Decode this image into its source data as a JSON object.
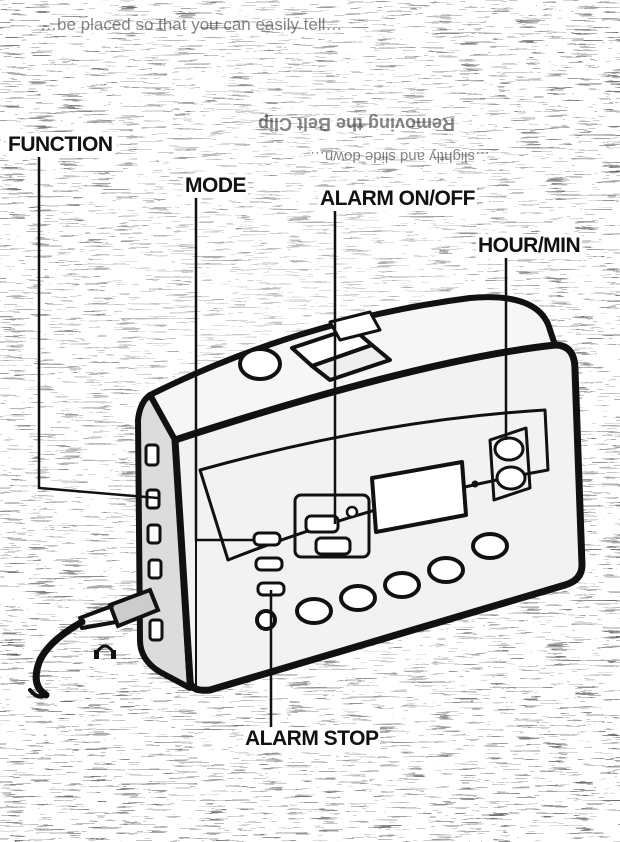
{
  "labels": {
    "function": "FUNCTION",
    "mode": "MODE",
    "alarm_on_off": "ALARM ON/OFF",
    "hour_min": "HOUR/MIN",
    "alarm_stop": "ALARM STOP"
  },
  "header_text": {
    "line1": "…be placed so that you can easily tell…",
    "line2": "Removing the Belt Clip",
    "line3": "…slightly and slide down…"
  },
  "icons": {
    "headphone_jack": "headphone-icon"
  },
  "colors": {
    "ink": "#111111",
    "paper": "#ffffff",
    "device_fill": "#f4f4f4",
    "device_shade": "#d8d8d8"
  }
}
